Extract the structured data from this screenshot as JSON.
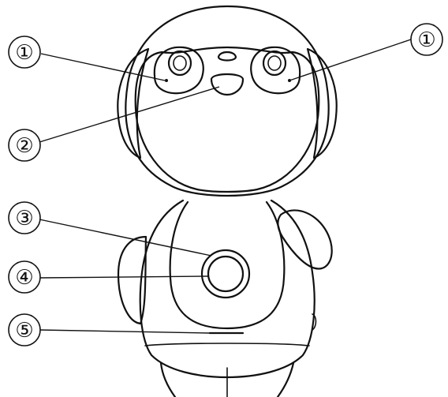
{
  "figure": {
    "subject_icon": "robot-pet-icon"
  },
  "callouts": [
    {
      "label": "①",
      "part": "left-microphone"
    },
    {
      "label": "①",
      "part": "right-microphone"
    },
    {
      "label": "②",
      "part": "nose-sensor"
    },
    {
      "label": "③",
      "part": "button-ring"
    },
    {
      "label": "④",
      "part": "center-button"
    },
    {
      "label": "⑤",
      "part": "base-seam"
    }
  ],
  "colors": {
    "stroke": "#111111",
    "background": "#ffffff"
  }
}
